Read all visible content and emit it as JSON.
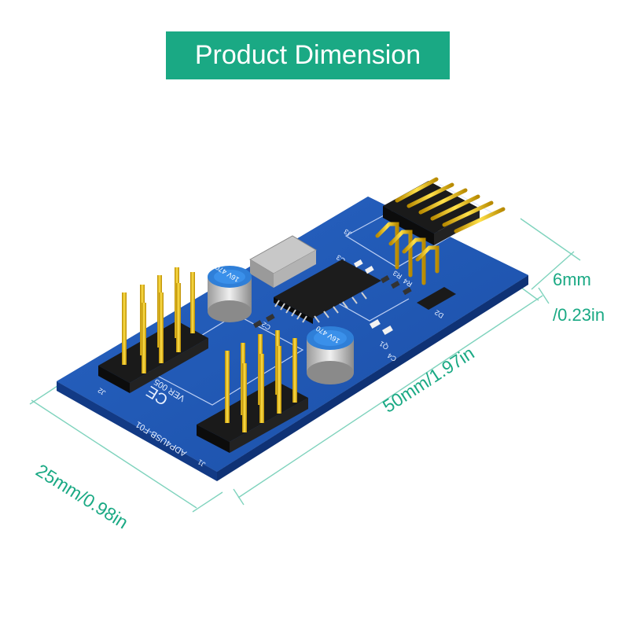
{
  "banner": {
    "title": "Product Dimension"
  },
  "dimensions": {
    "height_mm": "6mm",
    "height_in": "/0.23in",
    "length": "50mm/1.97in",
    "width": "25mm/0.98in"
  },
  "board": {
    "model": "ADP4USB-F01",
    "version": "VER 005",
    "header_j1": "J1",
    "header_j2": "J2",
    "header_j3": "J3",
    "cap_label": "16V 470",
    "marks": [
      "C4",
      "Q1",
      "R4",
      "R3",
      "D2",
      "C2",
      "C3"
    ]
  },
  "colors": {
    "accent": "#1aa984",
    "pcb": "#1e5ab8",
    "pins": "#e0b400"
  }
}
